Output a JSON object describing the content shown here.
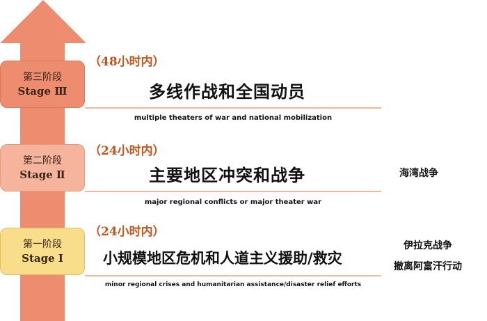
{
  "colors": {
    "arrow": "#ee8c6f",
    "stage3_box": "#ee8c6f",
    "stage2_box": "#f6b49c",
    "stage1_box": "#f8dd8a",
    "time_label": "#c4541c",
    "rule": "#f3b79f"
  },
  "stages": [
    {
      "cn": "第三阶段",
      "en": "Stage Ⅲ",
      "time": "（48小时内）",
      "title_cn": "多线作战和全国动员",
      "title_en": "multiple theaters of war and national mobilization",
      "examples": []
    },
    {
      "cn": "第二阶段",
      "en": "Stage Ⅱ",
      "time": "（24小时内）",
      "title_cn": "主要地区冲突和战争",
      "title_en": "major regional conflicts or major theater war",
      "examples": [
        "海湾战争"
      ]
    },
    {
      "cn": "第一阶段",
      "en": "Stage Ⅰ",
      "time": "（24小时内）",
      "title_cn": "小规模地区危机和人道主义援助/救灾",
      "title_en": "minor regional crises and humanitarian assistance/disaster relief efforts",
      "examples": [
        "伊拉克战争",
        "撤离阿富汗行动"
      ]
    }
  ]
}
